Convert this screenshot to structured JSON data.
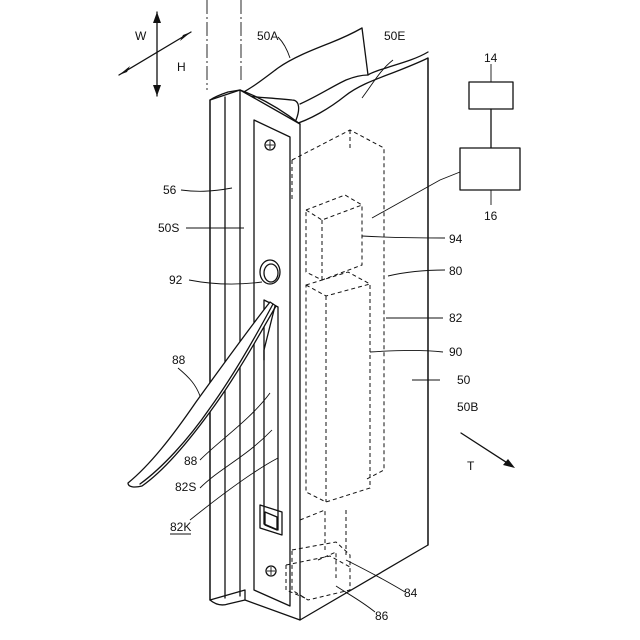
{
  "labels": {
    "w": "W",
    "h": "H",
    "l50A": "50A",
    "l50E": "50E",
    "l14": "14",
    "l16": "16",
    "l56": "56",
    "l50S": "50S",
    "l94": "94",
    "l80": "80",
    "l92": "92",
    "l82": "82",
    "l90": "90",
    "l88a": "88",
    "l50": "50",
    "l50B": "50B",
    "l88b": "88",
    "lT": "T",
    "l82S": "82S",
    "l82K": "82K",
    "l84": "84",
    "l86": "86"
  }
}
